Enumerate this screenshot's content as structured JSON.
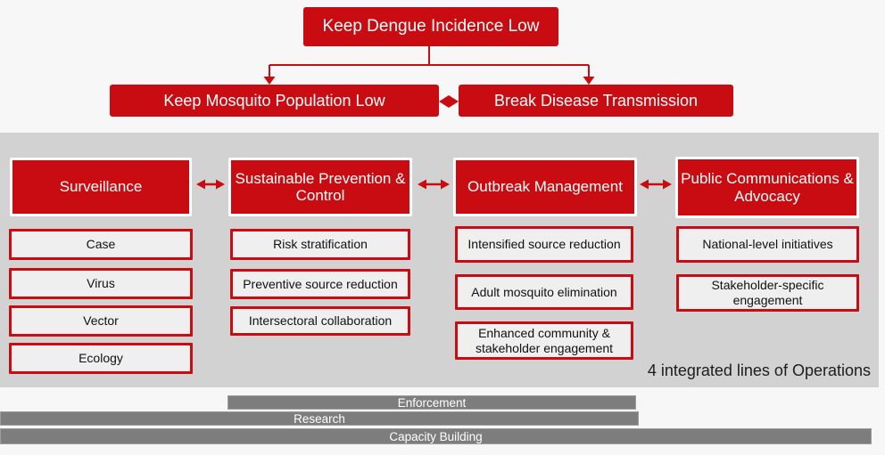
{
  "colors": {
    "red": "#c80c11",
    "panel_gray": "#d2d2d2",
    "item_bg": "#efefef",
    "bar_gray": "#7d7d7d",
    "page_bg": "#f7f7f7",
    "text_dark": "#1c1c1c",
    "text_white": "#ffffff"
  },
  "top": {
    "label": "Keep Dengue Incidence Low"
  },
  "level2": [
    {
      "label": "Keep Mosquito Population Low"
    },
    {
      "label": "Break Disease Transmission"
    }
  ],
  "columns": [
    {
      "header": "Surveillance",
      "items": [
        "Case",
        "Virus",
        "Vector",
        "Ecology"
      ]
    },
    {
      "header": "Sustainable Prevention & Control",
      "items": [
        "Risk stratification",
        "Preventive source reduction",
        "Intersectoral collaboration"
      ]
    },
    {
      "header": "Outbreak Management",
      "items": [
        "Intensified source reduction",
        "Adult mosquito elimination",
        "Enhanced community & stakeholder engagement"
      ]
    },
    {
      "header": "Public Communications & Advocacy",
      "items": [
        "National-level initiatives",
        "Stakeholder-specific engagement"
      ]
    }
  ],
  "panel_caption": "4 integrated lines of Operations",
  "bars": [
    {
      "label": "Enforcement"
    },
    {
      "label": "Research"
    },
    {
      "label": "Capacity Building"
    }
  ],
  "icons": {
    "branch_connector": "down-branch-arrows",
    "bidirectional_diamond": "double-arrow-diamond",
    "header_link": "double-headed-arrow"
  }
}
